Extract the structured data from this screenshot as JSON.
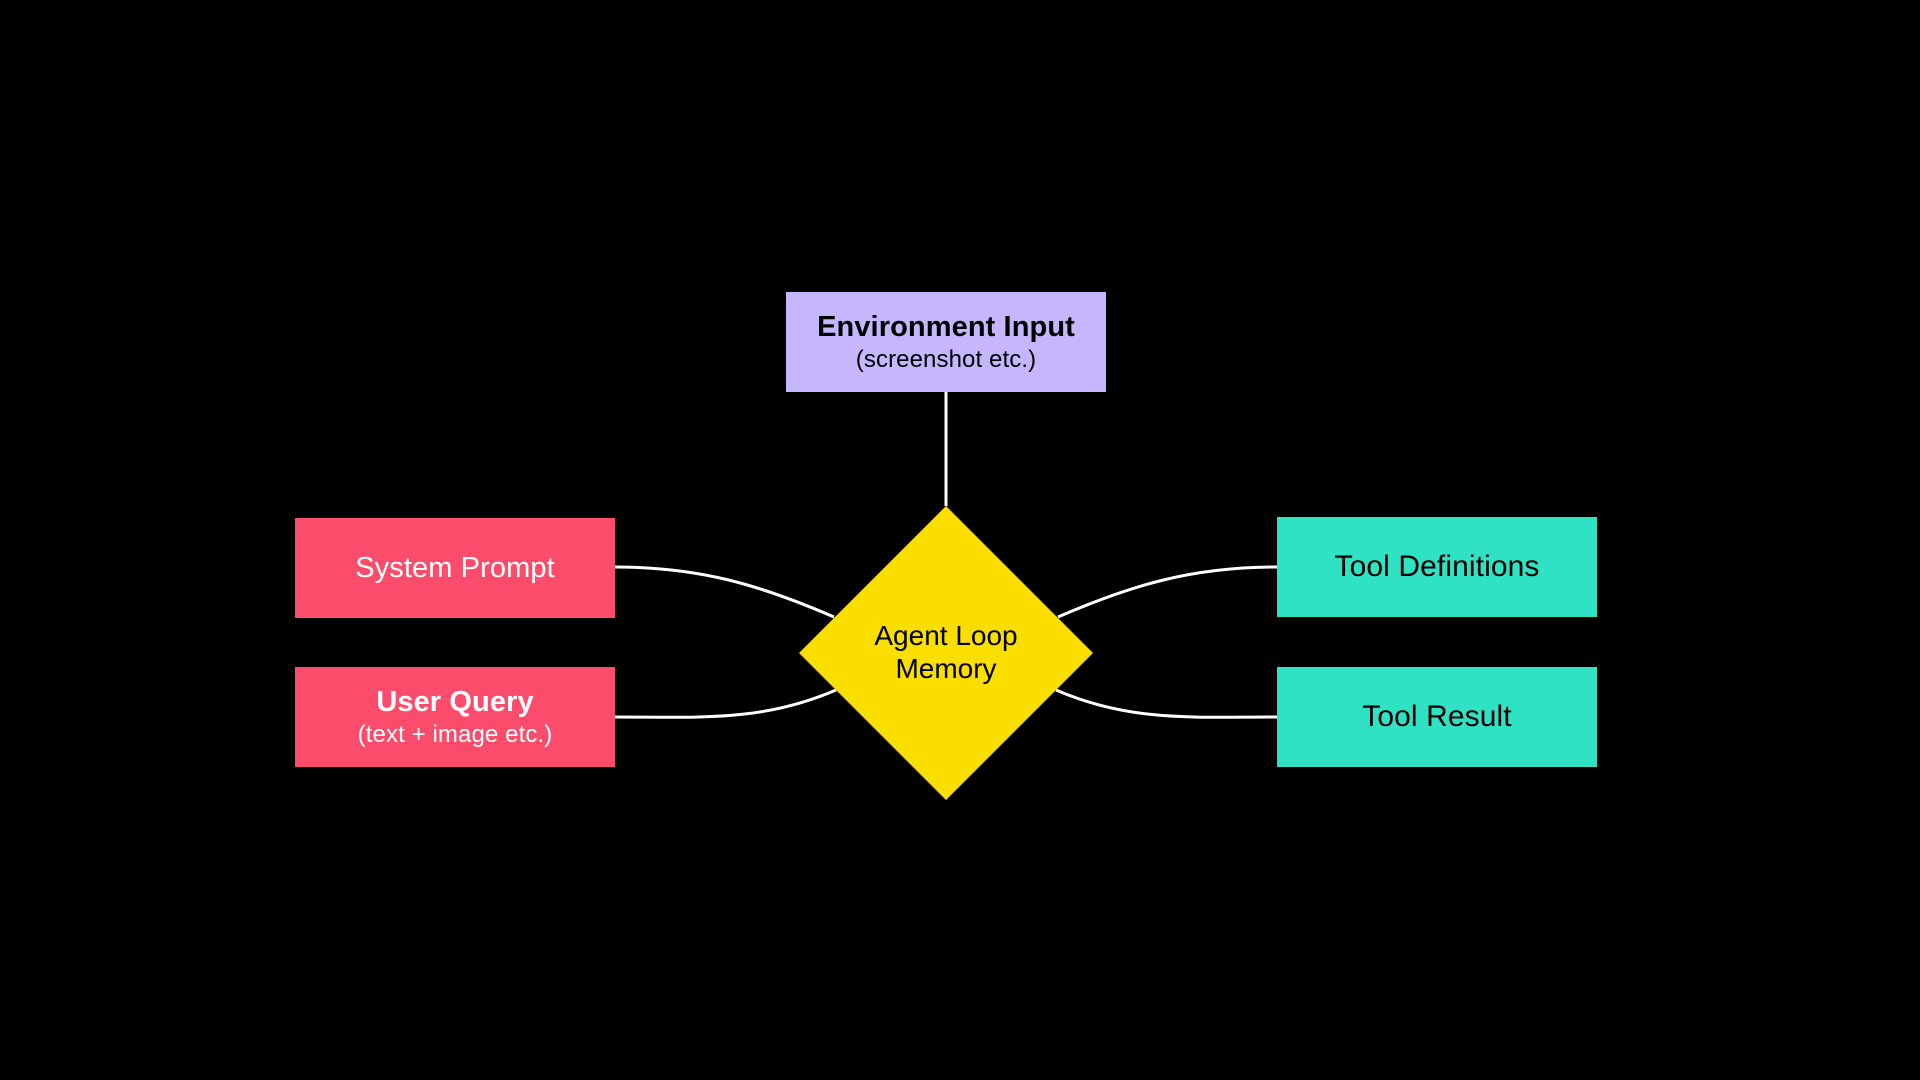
{
  "diagram": {
    "background_color": "#000000",
    "edge_color": "#FFFFFF",
    "nodes": {
      "environment_input": {
        "title": "Environment Input",
        "subtitle": "(screenshot etc.)",
        "fill_color": "#C5B6FD",
        "text_color": "#000000",
        "shape": "rectangle"
      },
      "system_prompt": {
        "title": "System Prompt",
        "fill_color": "#FB4D6B",
        "text_color": "#FFFFFF",
        "shape": "rectangle"
      },
      "user_query": {
        "title": "User Query",
        "subtitle": "(text + image etc.)",
        "fill_color": "#FB4D6B",
        "text_color": "#FFFFFF",
        "shape": "rectangle"
      },
      "tool_definitions": {
        "title": "Tool Definitions",
        "fill_color": "#30E2C4",
        "text_color": "#000000",
        "shape": "rectangle"
      },
      "tool_result": {
        "title": "Tool Result",
        "fill_color": "#30E2C4",
        "text_color": "#000000",
        "shape": "rectangle"
      },
      "agent_loop_memory": {
        "label": "Agent Loop\nMemory",
        "fill_color": "#FADE00",
        "text_color": "#000000",
        "shape": "diamond"
      }
    }
  }
}
